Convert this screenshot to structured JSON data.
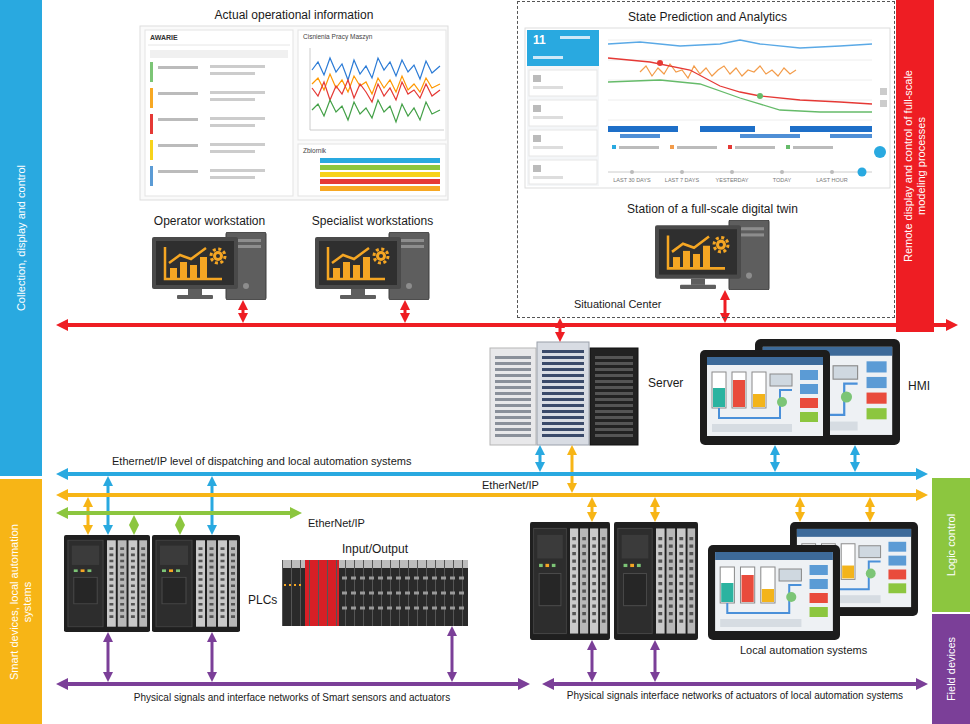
{
  "diagram": {
    "nodes": [
      {
        "text": [
          "Collection, display and control"
        ]
      },
      {
        "text": [
          "Smart devices, local automation systems"
        ]
      },
      {
        "text": [
          "Remote display and control of full-scale modeling processes"
        ]
      },
      {
        "text": [
          "Logic control"
        ]
      },
      {
        "text": [
          "Field devices"
        ]
      },
      {
        "text": [
          "Actual operational information"
        ]
      },
      {
        "text": [
          "Situational Center"
        ]
      },
      {
        "text": [
          "State Prediction and Analytics"
        ],
        "in": 6
      },
      {
        "text": [
          "Station of a full-scale digital twin"
        ],
        "in": 6
      },
      {
        "text": [
          "Operator workstation"
        ]
      },
      {
        "text": [
          "Specialist workstations"
        ]
      },
      {
        "text": [
          "Server"
        ]
      },
      {
        "text": [
          "HMI"
        ]
      },
      {
        "text": [
          "Ethernet/IP level of dispatching and local automation systems"
        ]
      },
      {
        "text": [
          "EtherNet/IP"
        ]
      },
      {
        "text": [
          "EtherNet/IP"
        ]
      },
      {
        "text": [
          "PLCs"
        ]
      },
      {
        "text": [
          "Input/Output"
        ]
      },
      {
        "text": [
          "Local automation systems"
        ]
      },
      {
        "text": [
          "Physical signals and interface networks of Smart sensors and actuators"
        ]
      },
      {
        "text": [
          "Physical signals interface networks of actuators of local automation systems"
        ]
      }
    ],
    "edges": [
      {
        "from": 6,
        "to": 11,
        "arrow": "both"
      },
      {
        "from": 11,
        "to": 13,
        "arrow": "both"
      },
      {
        "from": 11,
        "to": 14,
        "arrow": "both"
      },
      {
        "from": 12,
        "to": 13,
        "arrow": "both"
      },
      {
        "from": 12,
        "to": 13,
        "arrow": "both"
      },
      {
        "from": 14,
        "to": 16,
        "arrow": "both"
      },
      {
        "from": 13,
        "to": 16,
        "arrow": "both"
      },
      {
        "from": 15,
        "to": 16,
        "arrow": "both"
      },
      {
        "from": 15,
        "to": 16,
        "arrow": "both"
      },
      {
        "from": 13,
        "to": 16,
        "arrow": "both"
      },
      {
        "from": 16,
        "to": 19,
        "arrow": "both"
      },
      {
        "from": 16,
        "to": 19,
        "arrow": "both"
      },
      {
        "from": 17,
        "to": 19,
        "arrow": "both"
      },
      {
        "from": 14,
        "to": 18,
        "arrow": "both"
      },
      {
        "from": 14,
        "to": 18,
        "arrow": "both"
      },
      {
        "from": 14,
        "to": 18,
        "arrow": "both"
      },
      {
        "from": 14,
        "to": 18,
        "arrow": "both"
      },
      {
        "from": 18,
        "to": 20,
        "arrow": "both"
      },
      {
        "from": 18,
        "to": 20,
        "arrow": "both"
      }
    ],
    "labels": [
      "AWARIE",
      "Cisnienia Pracy Maszyn",
      "Zbiornik",
      "11",
      "LAST 30 DAYS",
      "LAST 7 DAYS",
      "YESTERDAY",
      "TODAY",
      "LAST HOUR"
    ]
  }
}
